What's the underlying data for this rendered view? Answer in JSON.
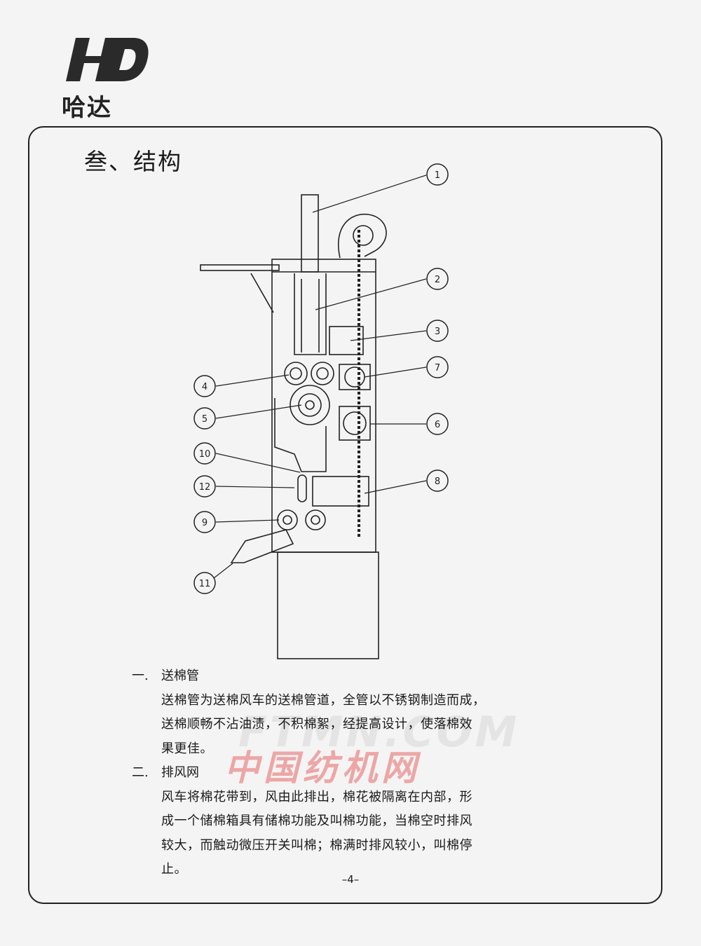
{
  "header": {
    "logo_text": "哈达",
    "logo_mark": "HD"
  },
  "section_title": "叁、结构",
  "diagram": {
    "callouts": [
      "①",
      "②",
      "③",
      "④",
      "⑤",
      "⑥",
      "⑦",
      "⑧",
      "⑨",
      "⑩",
      "⑪",
      "⑫"
    ]
  },
  "items": [
    {
      "number": "一.",
      "title": "送棉管",
      "lines": [
        "送棉管为送棉风车的送棉管道，全管以不锈钢制造而成，",
        "送棉顺畅不沾油渍，不积棉絮，经提高设计，使落棉效",
        "果更佳。"
      ]
    },
    {
      "number": "二.",
      "title": "排风网",
      "lines": [
        "风车将棉花带到，风由此排出，棉花被隔离在内部，形",
        "成一个储棉箱具有储棉功能及叫棉功能，当棉空时排风",
        "较大，而触动微压开关叫棉；棉满时排风较小，叫棉停",
        "止。"
      ]
    }
  ],
  "page_number": "–4–",
  "watermark": {
    "line1": "FTMN.COM",
    "line2": "中国纺机网"
  }
}
